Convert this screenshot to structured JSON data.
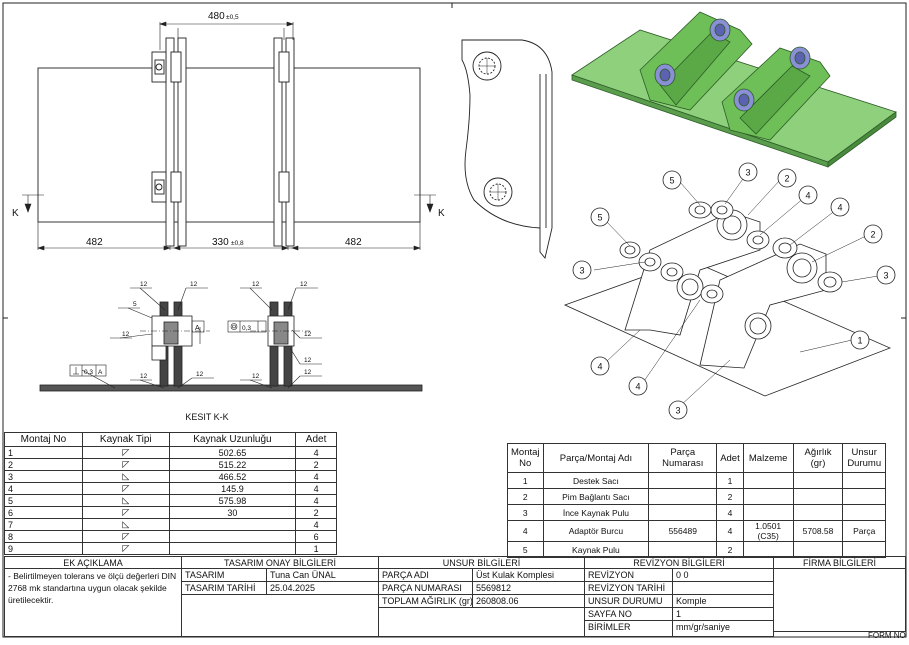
{
  "drawing": {
    "dim_top": "480",
    "dim_top_tol": "±0,5",
    "dim_left": "482",
    "dim_mid": "330",
    "dim_mid_tol": "±0,8",
    "dim_right": "482",
    "section_marker": "K",
    "section_title": "KESIT K-K",
    "weld_12": "12",
    "weld_5": "5",
    "datum_a": "A",
    "tol_runout": "0,3",
    "tol_flat": "0,3",
    "tol_flat_ref": "A"
  },
  "balloons": [
    "5",
    "3",
    "2",
    "4",
    "4",
    "5",
    "2",
    "3",
    "3",
    "4",
    "4",
    "1",
    "3"
  ],
  "weld_table": {
    "headers": [
      "Montaj No",
      "Kaynak Tipi",
      "Kaynak Uzunluğu",
      "Adet"
    ],
    "rows": [
      {
        "no": "1",
        "len": "502.65",
        "qty": "4"
      },
      {
        "no": "2",
        "len": "515.22",
        "qty": "2"
      },
      {
        "no": "3",
        "len": "466.52",
        "qty": "4"
      },
      {
        "no": "4",
        "len": "145.9",
        "qty": "4"
      },
      {
        "no": "5",
        "len": "575.98",
        "qty": "4"
      },
      {
        "no": "6",
        "len": "30",
        "qty": "2"
      },
      {
        "no": "7",
        "len": "",
        "qty": "4"
      },
      {
        "no": "8",
        "len": "",
        "qty": "6"
      },
      {
        "no": "9",
        "len": "",
        "qty": "1"
      }
    ]
  },
  "parts_table": {
    "headers": [
      "Montaj No",
      "Parça/Montaj Adı",
      "Parça Numarası",
      "Adet",
      "Malzeme",
      "Ağırlık (gr)",
      "Unsur Durumu"
    ],
    "rows": [
      {
        "no": "1",
        "name": "Destek Sacı",
        "pn": "",
        "qty": "1",
        "mat": "",
        "w": "",
        "st": ""
      },
      {
        "no": "2",
        "name": "Pim Bağlantı Sacı",
        "pn": "",
        "qty": "2",
        "mat": "",
        "w": "",
        "st": ""
      },
      {
        "no": "3",
        "name": "İnce Kaynak Pulu",
        "pn": "",
        "qty": "4",
        "mat": "",
        "w": "",
        "st": ""
      },
      {
        "no": "4",
        "name": "Adaptör Burcu",
        "pn": "556489",
        "qty": "4",
        "mat": "1.0501 (C35)",
        "w": "5708.58",
        "st": "Parça"
      },
      {
        "no": "5",
        "name": "Kaynak Pulu",
        "pn": "",
        "qty": "2",
        "mat": "",
        "w": "",
        "st": ""
      }
    ]
  },
  "title_block": {
    "ek_title": "EK AÇIKLAMA",
    "ek_note": "- Belirtilmeyen tolerans ve ölçü değerleri DIN 2768 mk standartına uygun olacak şekilde üretilecektir.",
    "onay_title": "TASARIM ONAY BİLGİLERİ",
    "tasarim_label": "TASARIM",
    "tasarim_value": "Tuna Can ÜNAL",
    "tarih_label": "TASARIM TARİHİ",
    "tarih_value": "25.04.2025",
    "unsur_title": "UNSUR BİLGİLERİ",
    "parca_adi_label": "PARÇA ADI",
    "parca_adi_value": "Üst Kulak Komplesi",
    "parca_no_label": "PARÇA NUMARASI",
    "parca_no_value": "5569812",
    "agirlik_label": "TOPLAM AĞIRLIK (gr)",
    "agirlik_value": "260808.06",
    "rev_title": "REVİZYON BİLGİLERİ",
    "rev_label": "REVİZYON",
    "rev_value": "0   0",
    "rev_tarih_label": "REVİZYON TARİHİ",
    "rev_tarih_value": "",
    "unsur_durumu_label": "UNSUR DURUMU",
    "unsur_durumu_value": "Komple",
    "sayfa_label": "SAYFA NO",
    "sayfa_value": "1",
    "birimler_label": "BİRİMLER",
    "birimler_value": "mm/gr/saniye",
    "firma_title": "FİRMA BİLGİLERİ",
    "form_no": "FORM NO"
  },
  "colors": {
    "green": "#7cc26a",
    "green_dark": "#4e9a45",
    "bushing": "#8a8fd6"
  }
}
